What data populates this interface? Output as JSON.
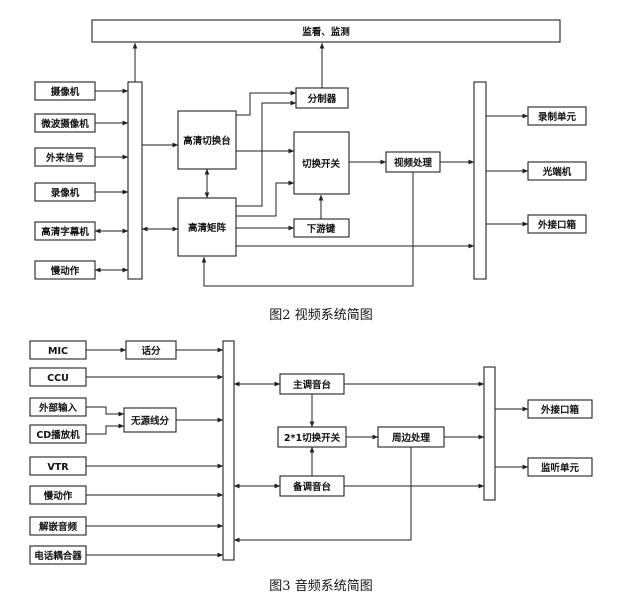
{
  "fig2": {
    "monitor": "监看、监测",
    "sources": [
      "摄像机",
      "微波摄像机",
      "外来信号",
      "录像机",
      "高清字幕机",
      "慢动作"
    ],
    "switcher": "高清切换台",
    "matrix": "高清矩阵",
    "distributor": "分制器",
    "switch": "切换开关",
    "downstream": "下游键",
    "video_proc": "视频处理",
    "outputs": [
      "录制单元",
      "光端机",
      "外接口箱"
    ],
    "caption": "图2   视频系统简图"
  },
  "fig3": {
    "sources": [
      "MIC",
      "CCU",
      "外部输入",
      "CD播放机",
      "VTR",
      "慢动作",
      "解嵌音频",
      "电话耦合器"
    ],
    "splitter": "话分",
    "passive_split": "无源线分",
    "main_console": "主调音台",
    "switch21": "2*1切换开关",
    "backup_console": "备调音台",
    "periph": "周边处理",
    "outputs": [
      "外接口箱",
      "监听单元"
    ],
    "caption": "图3   音频系统简图"
  }
}
